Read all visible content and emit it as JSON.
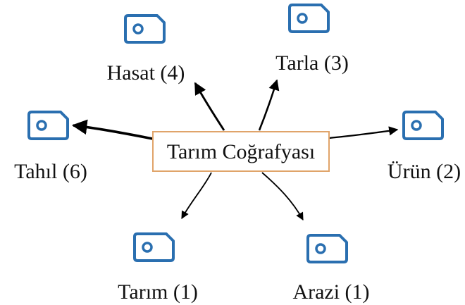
{
  "diagram": {
    "center": {
      "label": "Tarım Coğrafyası"
    },
    "nodes": [
      {
        "label": "Hasat (4)",
        "count": 4,
        "icon": "tag-icon"
      },
      {
        "label": "Tarla (3)",
        "count": 3,
        "icon": "tag-icon"
      },
      {
        "label": "Tahıl (6)",
        "count": 6,
        "icon": "tag-icon"
      },
      {
        "label": "Ürün (2)",
        "count": 2,
        "icon": "tag-icon"
      },
      {
        "label": "Tarım (1)",
        "count": 1,
        "icon": "tag-icon"
      },
      {
        "label": "Arazi (1)",
        "count": 1,
        "icon": "tag-icon"
      }
    ]
  },
  "colors": {
    "icon": "#2a6fb0",
    "center_border": "#e0a46a",
    "edge": "#000000"
  }
}
